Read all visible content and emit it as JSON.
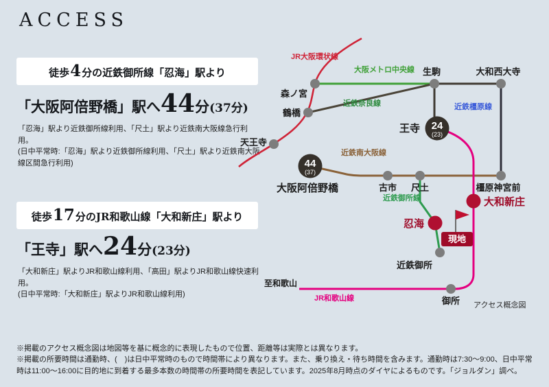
{
  "title": "ACCESS",
  "access_blocks": [
    {
      "walk_pre": "徒歩",
      "walk_num": "4",
      "walk_post": "分の近鉄御所線「忍海」駅より",
      "dest_pre": "「大阪阿倍野橋」駅へ",
      "dest_num": "44",
      "dest_unit": "分",
      "dest_paren": "(37分)",
      "note_main": "「忍海」駅より近鉄御所線利用、「尺土」駅より近鉄南大阪線急行利用。",
      "note_sub": "(日中平常時:「忍海」駅より近鉄御所線利用、「尺土」駅より近鉄南大阪線区間急行利用)"
    },
    {
      "walk_pre": "徒歩",
      "walk_num": "17",
      "walk_post": "分のJR和歌山線「大和新庄」駅より",
      "dest_pre": "「王寺」駅へ",
      "dest_num": "24",
      "dest_unit": "分",
      "dest_paren": "(23分)",
      "note_main": "「大和新庄」駅よりJR和歌山線利用、「高田」駅よりJR和歌山線快速利用。",
      "note_sub": "(日中平常時:「大和新庄」駅よりJR和歌山線利用)"
    }
  ],
  "map": {
    "lines": {
      "jr_osaka_loop": "JR大阪環状線",
      "metro_chuo": "大阪メトロ中央線",
      "kintetsu_nara": "近鉄奈良線",
      "kintetsu_kashihara": "近鉄橿原線",
      "kintetsu_minami_osaka": "近鉄南大阪線",
      "kintetsu_gose": "近鉄御所線",
      "jr_wakayama": "JR和歌山線"
    },
    "stations": {
      "morinomiya": "森ノ宮",
      "tsuruhashi": "鶴橋",
      "tennoji": "天王寺",
      "ikoma": "生駒",
      "yamato_saidaiji": "大和西大寺",
      "oji": "王寺",
      "osaka_abenobashi": "大阪阿倍野橋",
      "furuichi": "古市",
      "shakudo": "尺土",
      "kashihara_jingumae": "橿原神宮前",
      "oshimi": "忍海",
      "yamato_shinjo": "大和新庄",
      "kintetsu_gose": "近鉄御所",
      "gose": "御所",
      "to_wakayama": "至和歌山"
    },
    "badges": {
      "abenobashi_main": "44",
      "abenobashi_sub": "(37)",
      "oji_main": "24",
      "oji_sub": "(23)"
    },
    "site_label": "現地",
    "caption": "アクセス概念図"
  },
  "footnotes": {
    "line1": "※掲載のアクセス概念図は地図等を基に概念的に表現したもので位置、距離等は実際とは異なります。",
    "line2": "※掲載の所要時間は通勤時、(　)は日中平常時のもので時間帯により異なります。また、乗り換え・待ち時間を含みます。通勤時は7:30〜9:00、日中平常時は11:00〜16:00に目的地に到着する最多本数の時間帯の所要時間を表記しています。2025年8月時点のダイヤによるものです。「ジョルダン」調べ。"
  },
  "colors": {
    "background": "#dbe3ea",
    "jr_loop_red": "#cf2438",
    "metro_green": "#3fa037",
    "nara_label_green": "#2e8b3f",
    "kashihara_blue": "#3a5bd9",
    "minami_osaka_brown": "#8a6239",
    "gose_green": "#2e9b4f",
    "wakayama_magenta": "#e4007f",
    "dark_line": "#3f3a32",
    "badge_bg": "#35302a",
    "site_red": "#9e0b28",
    "station_gray": "#7d7d7d",
    "highlight_station_red": "#b01031"
  }
}
